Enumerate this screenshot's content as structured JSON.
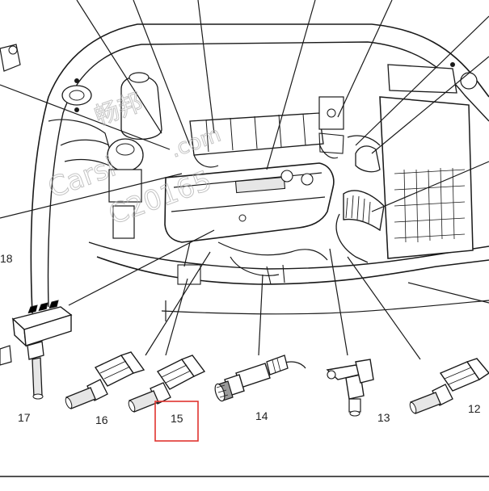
{
  "diagram": {
    "part_labels": {
      "p12": "12",
      "p13": "13",
      "p14": "14",
      "p15": "15",
      "p16": "16",
      "p17": "17",
      "p18": "18"
    },
    "highlighted_label": "15",
    "highlight_color": "#e0342f",
    "watermark": {
      "line1": "畅邦",
      "line2": ".com",
      "line3": "Carsi",
      "line4": "C20165"
    }
  }
}
